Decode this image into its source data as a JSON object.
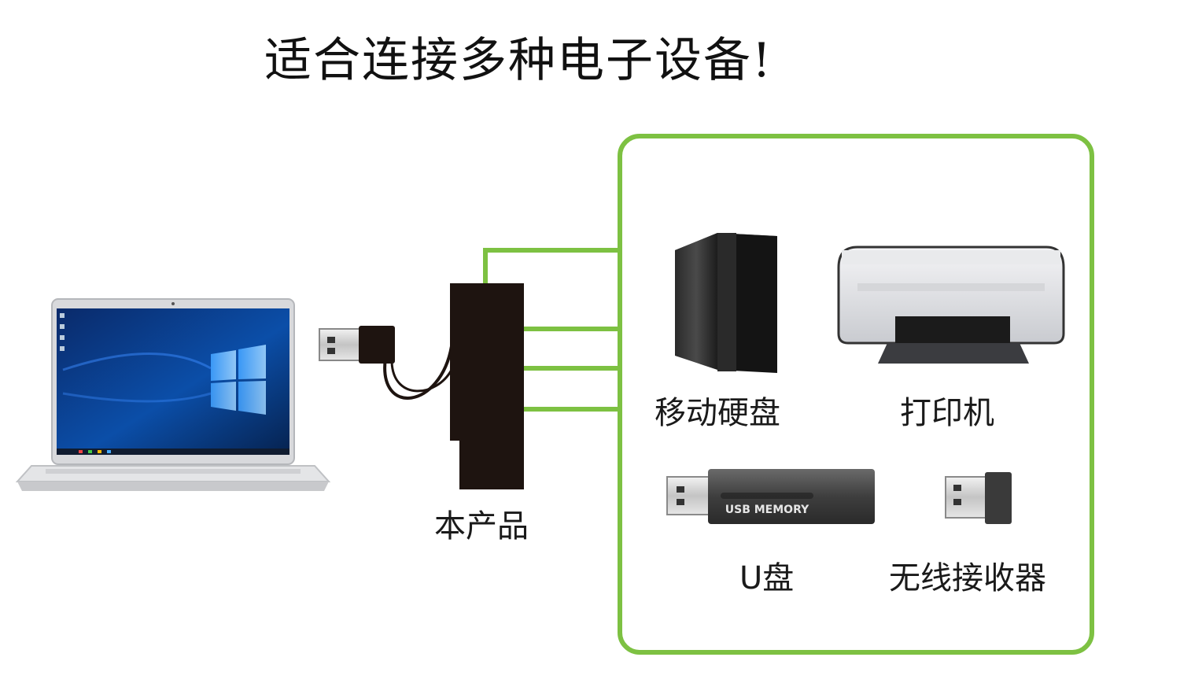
{
  "title": "适合连接多种电子设备!",
  "hub": {
    "label": "本产品"
  },
  "devices": {
    "hard_drive": "移动硬盘",
    "printer": "打印机",
    "usb_drive": "U盘",
    "usb_drive_text": "USB MEMORY",
    "receiver": "无线接收器"
  },
  "colors": {
    "accent_green": "#7dc142",
    "hub_black": "#1e1410"
  }
}
